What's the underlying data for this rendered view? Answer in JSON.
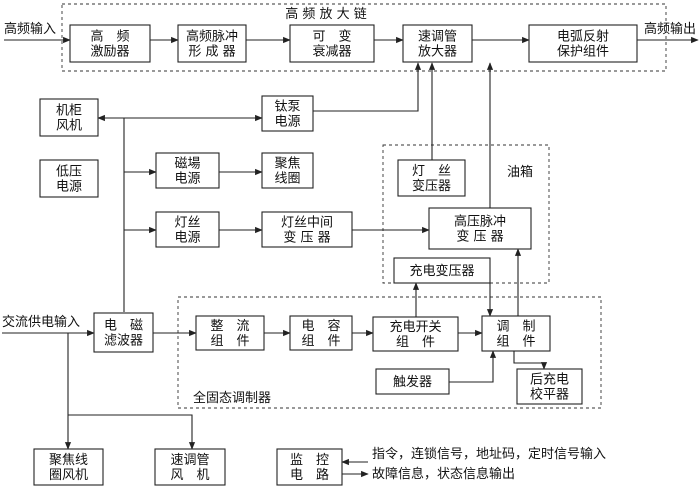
{
  "groups": {
    "hf_chain_title": "高 频 放 大 链",
    "oil_tank": "油箱",
    "solid_state_modulator": "全固态调制器"
  },
  "terminals": {
    "hf_input": "高频输入",
    "hf_output": "高频输出",
    "ac_input": "交流供电输入"
  },
  "blocks": {
    "hf_exciter": [
      "高　频",
      "激励器"
    ],
    "hf_pulse_shaper": [
      "高频脉冲",
      "形 成 器"
    ],
    "variable_attenuator": [
      "可　变",
      "衰减器"
    ],
    "velocity_tube_amp": [
      "速调管",
      "放大器"
    ],
    "arc_reflect_protect": [
      "电弧反射",
      "保护组件"
    ],
    "cabinet_fan": [
      "机柜",
      "风机"
    ],
    "ti_pump_psu": [
      "钛泵",
      "电源"
    ],
    "low_voltage_psu": [
      "低压",
      "电源"
    ],
    "magnet_psu": [
      "磁場",
      "电源"
    ],
    "focus_coil": [
      "聚焦",
      "线圈"
    ],
    "filament_psu": [
      "灯丝",
      "电源"
    ],
    "filament_inter_transformer": [
      "灯丝中间",
      "变 压 器"
    ],
    "filament_transformer": [
      "灯　丝",
      "变压器"
    ],
    "hv_pulse_transformer": [
      "高压脉冲",
      "变 压 器"
    ],
    "charge_transformer": [
      "充电变压器"
    ],
    "emi_filter": [
      "电　磁",
      "滤波器"
    ],
    "rectifier": [
      "整　流",
      "组　件"
    ],
    "capacitor": [
      "电　容",
      "组　件"
    ],
    "charge_switch": [
      "充电开关",
      "组　件"
    ],
    "modulation": [
      "调　制",
      "组　件"
    ],
    "trigger": [
      "触发器"
    ],
    "post_charge_leveler": [
      "后充电",
      "校平器"
    ],
    "focus_coil_fan": [
      "聚焦线",
      "圈风机"
    ],
    "velocity_tube_fan": [
      "速调管",
      "风　机"
    ],
    "monitor_control": [
      "监　控",
      "电　路"
    ]
  },
  "signals": {
    "monitor_in": "指令，连锁信号，地址码，定时信号输入",
    "monitor_out": "故障信息，状态信息输出"
  }
}
